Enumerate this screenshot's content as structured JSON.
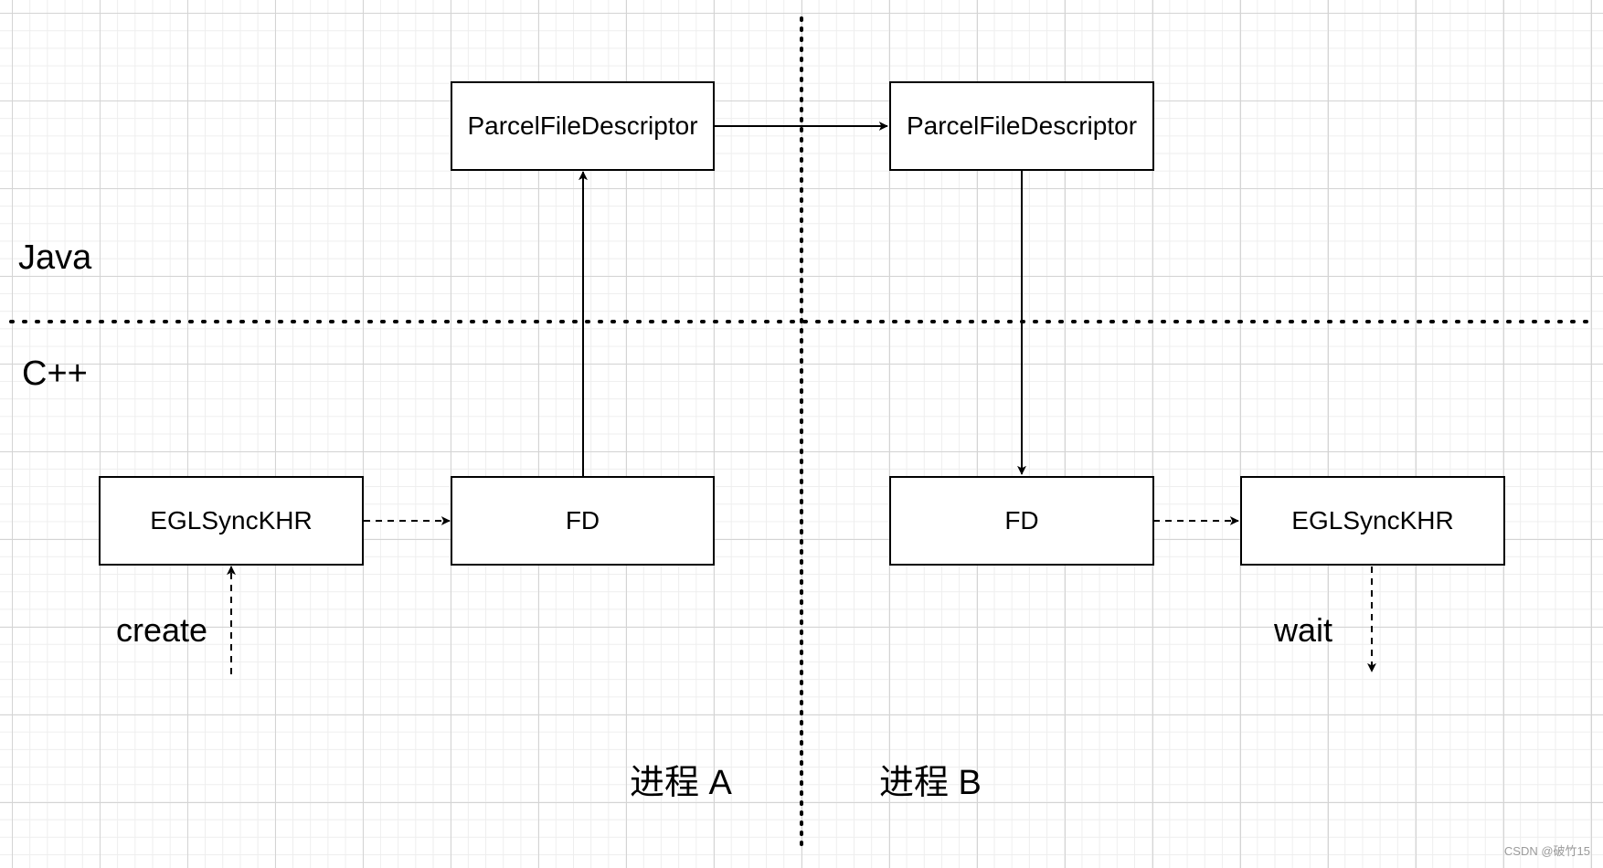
{
  "layers": {
    "java": "Java",
    "cpp": "C++"
  },
  "process_a": {
    "title": "进程 A",
    "parcel_box": "ParcelFileDescriptor",
    "fd_box": "FD",
    "sync_box": "EGLSyncKHR",
    "op_label": "create"
  },
  "process_b": {
    "title": "进程 B",
    "parcel_box": "ParcelFileDescriptor",
    "fd_box": "FD",
    "sync_box": "EGLSyncKHR",
    "op_label": "wait"
  },
  "watermark": "CSDN @破竹15"
}
